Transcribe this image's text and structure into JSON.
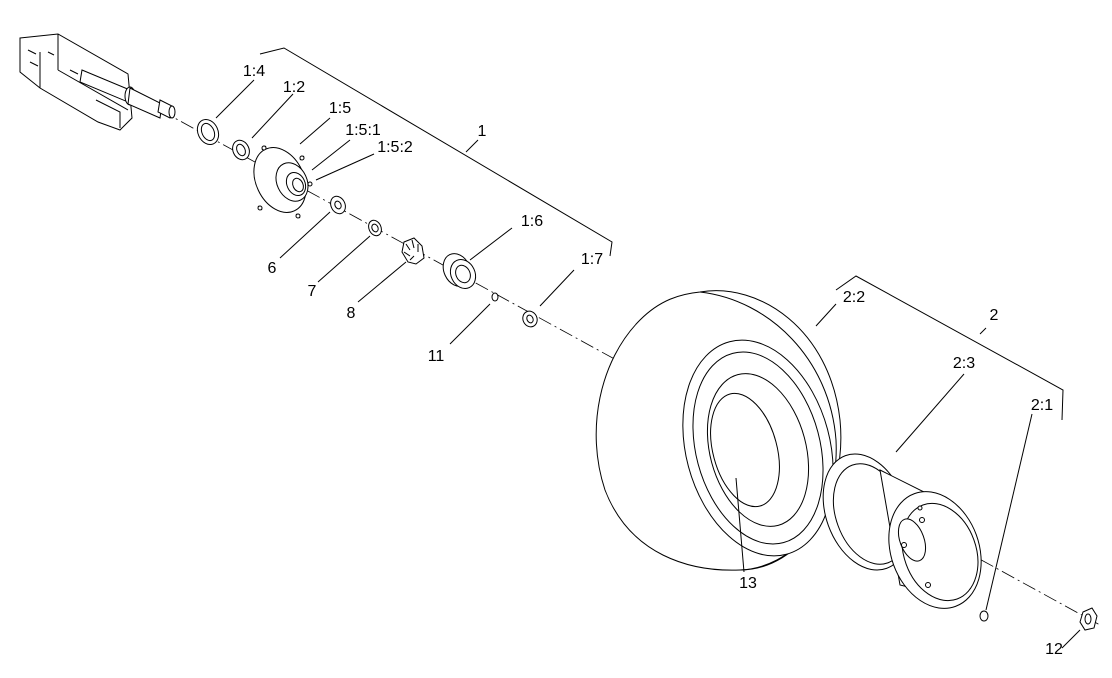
{
  "callouts": {
    "c_1_4": "1:4",
    "c_1_2": "1:2",
    "c_1_5": "1:5",
    "c_1_5_1": "1:5:1",
    "c_1_5_2": "1:5:2",
    "c_1": "1",
    "c_6": "6",
    "c_7": "7",
    "c_8": "8",
    "c_1_6": "1:6",
    "c_1_7": "1:7",
    "c_11": "11",
    "c_2_2": "2:2",
    "c_2": "2",
    "c_2_3": "2:3",
    "c_2_1": "2:1",
    "c_13": "13",
    "c_12": "12"
  }
}
